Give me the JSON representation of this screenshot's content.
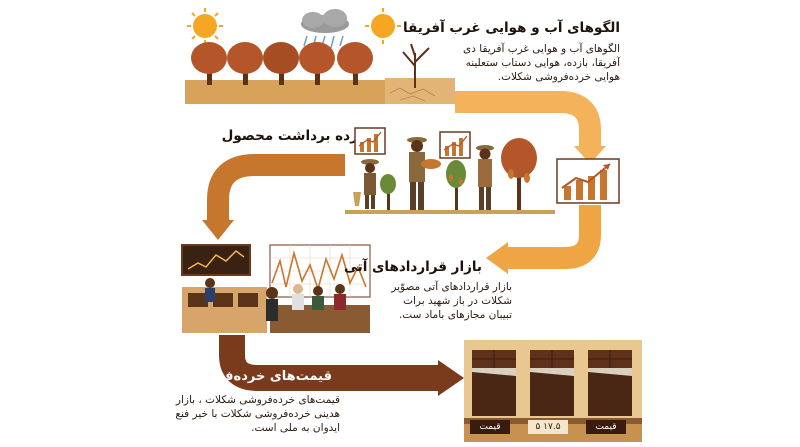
{
  "sections": [
    {
      "id": "climate",
      "title": "الگوهای آب و هوایی غرب آفریقا",
      "body": "الگوهای آب و هوایی غرب آفریقا دی آفریقا، بازده، هوایی دستاب ستعلینه هوایی خرده‌فروشی شکلات."
    },
    {
      "id": "harvest",
      "title": "بازده برداشت محصول"
    },
    {
      "id": "futures",
      "title": "بازار قراردادهای آتی",
      "body": "بازار قراردادهای آتی مصوّیر شکلات در باز شهید برات تبیبان مجازهای باماد ست."
    },
    {
      "id": "retail",
      "title": "قیمت‌های خرده‌فروشی شکلات",
      "body": "قیمت‌های خرده‌فروشی شکلات ، بازار هدینی خرده‌فروشی شکلات با خیر فنع ایدوان به ملی است."
    }
  ],
  "shelf_price_tags": [
    "قیمت",
    "۱۷.۵ ۵",
    "قیمت"
  ],
  "colors": {
    "arrow_light": "#f4b25a",
    "arrow_mid": "#c7762e",
    "arrow_dark": "#7a3b1c",
    "tree_leaf": "#b5562a",
    "trunk": "#5a3318",
    "sun": "#f5a623",
    "ground": "#d9a25b",
    "chocolate": "#4a2614"
  },
  "icons": [
    "sun-icon",
    "rain-cloud-icon",
    "cocoa-tree-icon",
    "farmer-icon",
    "bar-chart-icon",
    "trading-screen-icon",
    "chocolate-bar-icon"
  ]
}
